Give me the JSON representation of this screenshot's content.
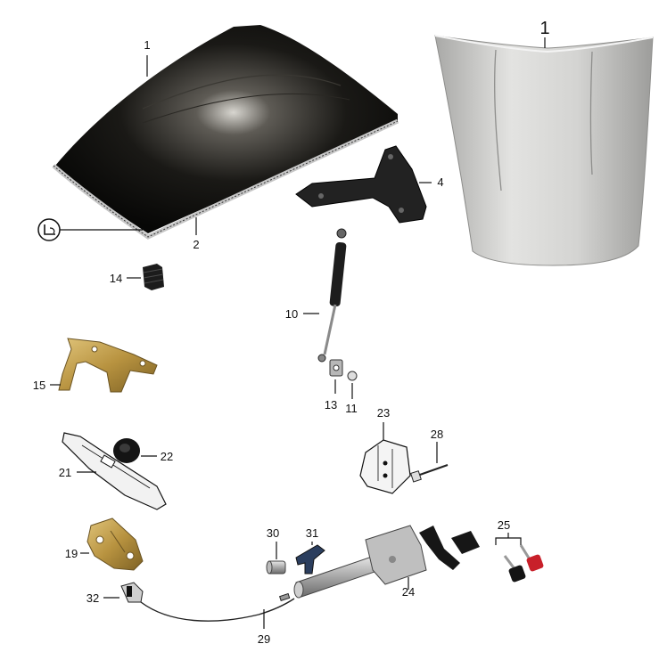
{
  "parts": [
    {
      "id": "hood-black",
      "label": "1"
    },
    {
      "id": "hood-seal",
      "label": "2"
    },
    {
      "id": "hinge",
      "label": "4"
    },
    {
      "id": "gas-strut",
      "label": "10"
    },
    {
      "id": "clip-11",
      "label": "11"
    },
    {
      "id": "bracket-13",
      "label": "13"
    },
    {
      "id": "bump-stop",
      "label": "14"
    },
    {
      "id": "safety-catch",
      "label": "15"
    },
    {
      "id": "latch",
      "label": "19"
    },
    {
      "id": "latch-plate",
      "label": "21"
    },
    {
      "id": "grommet",
      "label": "22"
    },
    {
      "id": "bracket-23",
      "label": "23"
    },
    {
      "id": "lock-cylinder",
      "label": "24"
    },
    {
      "id": "keys",
      "label": "25"
    },
    {
      "id": "screw-28",
      "label": "28"
    },
    {
      "id": "cable",
      "label": "29"
    },
    {
      "id": "cable-end",
      "label": "30"
    },
    {
      "id": "lever",
      "label": "31"
    },
    {
      "id": "cable-clip",
      "label": "32"
    },
    {
      "id": "hood-silver",
      "label": "1"
    }
  ],
  "colors": {
    "hood_black": "#0d0c0a",
    "hood_silver": "#c9c9c7",
    "brass": "#c2a050",
    "key_red": "#c8202a",
    "key_black": "#141414"
  }
}
